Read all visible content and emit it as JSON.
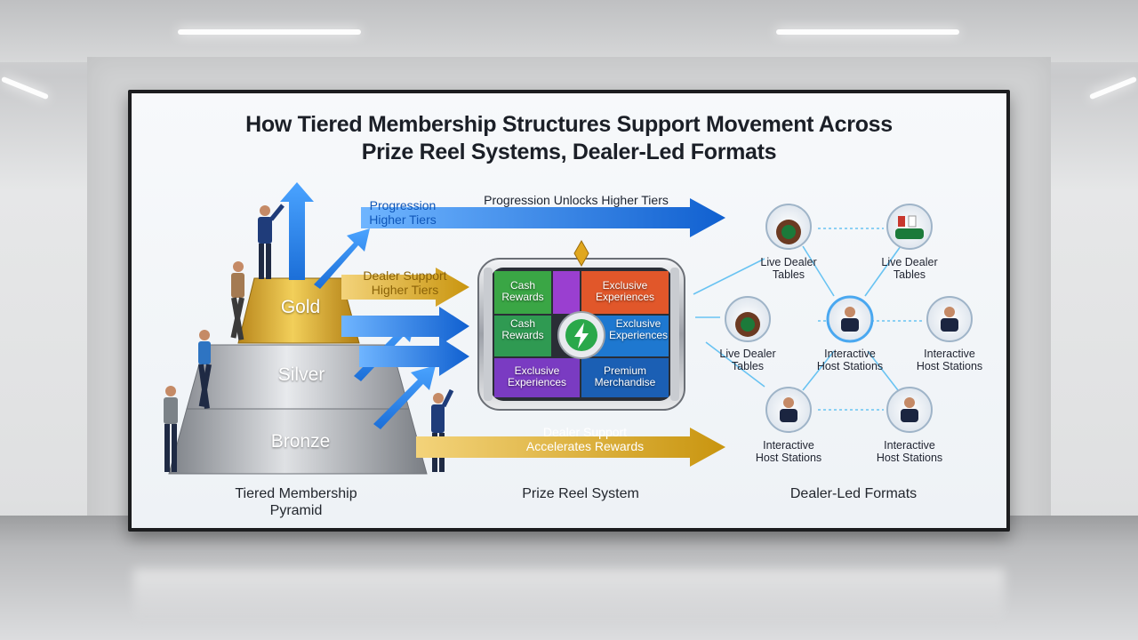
{
  "title": {
    "line1": "How Tiered Membership Structures Support Movement Across",
    "line2": "Prize Reel Systems, Dealer-Led Formats"
  },
  "pyramid": {
    "caption_line1": "Tiered Membership",
    "caption_line2": "Pyramid",
    "tiers": [
      "Gold",
      "Silver",
      "Bronze"
    ],
    "colors": {
      "gold": "#d4a52a",
      "silver": "#b9bcc2",
      "bronze": "#a4a8ae"
    }
  },
  "arrows": {
    "blue_label_line1": "Progression",
    "blue_label_line2": "Higher Tiers",
    "top_arrow_label": "Progression Unlocks Higher Tiers",
    "gold_label_line1": "Dealer Support",
    "gold_label_line2": "Higher Tiers",
    "bottom_label_line1": "Dealer Support",
    "bottom_label_line2": "Accelerates Rewards",
    "colors": {
      "blue": "#1f7fe0",
      "gold": "#d9a520"
    }
  },
  "reel": {
    "caption": "Prize Reel System",
    "center_icon": "lightning-icon",
    "segments": [
      {
        "line1": "Cash",
        "line2": "Rewards",
        "color": "#3aa645"
      },
      {
        "line1": "Exclusive",
        "line2": "Experiences",
        "color": "#e1572a"
      },
      {
        "line1": "Cash",
        "line2": "Rewards",
        "color": "#2f9a52"
      },
      {
        "line1": "Exclusive",
        "line2": "Experiences",
        "color": "#1e78d0"
      },
      {
        "line1": "Exclusive",
        "line2": "Experiences",
        "color": "#7a3bc2"
      },
      {
        "line1": "Premium",
        "line2": "Merchandise",
        "color": "#1b5fb4"
      }
    ]
  },
  "dealer": {
    "caption": "Dealer-Led Formats",
    "nodes": [
      {
        "line1": "Live Dealer",
        "line2": "Tables",
        "icon": "roulette-table-icon"
      },
      {
        "line1": "Live Dealer",
        "line2": "Tables",
        "icon": "card-table-icon"
      },
      {
        "line1": "Live Dealer",
        "line2": "Tables",
        "icon": "roulette-table-icon"
      },
      {
        "line1": "Interactive",
        "line2": "Host Stations",
        "icon": "host-icon"
      },
      {
        "line1": "Interactive",
        "line2": "Host Stations",
        "icon": "host-icon"
      },
      {
        "line1": "Interactive",
        "line2": "Host Stations",
        "icon": "host-icon"
      },
      {
        "line1": "Interactive",
        "line2": "Host Stations",
        "icon": "host-icon"
      }
    ]
  }
}
